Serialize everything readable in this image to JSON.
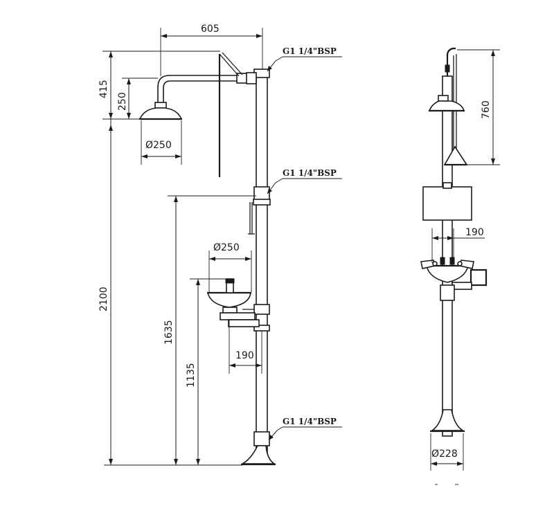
{
  "thread_labels": [
    "G1 1/4\"BSP",
    "G1 1/4\"BSP",
    "G1 1/4\"BSP"
  ],
  "dimensions": {
    "arm_reach": "605",
    "head_height": "415",
    "head_drop": "250",
    "head_diameter": "Ø250",
    "total_height": "2100",
    "bowl_diameter": "Ø250",
    "mid_inlet_height": "1635",
    "bowl_height": "1135",
    "bowl_offset": "190",
    "handle_length": "760",
    "eyewash_offset": "190",
    "base_diameter": "Ø228"
  }
}
